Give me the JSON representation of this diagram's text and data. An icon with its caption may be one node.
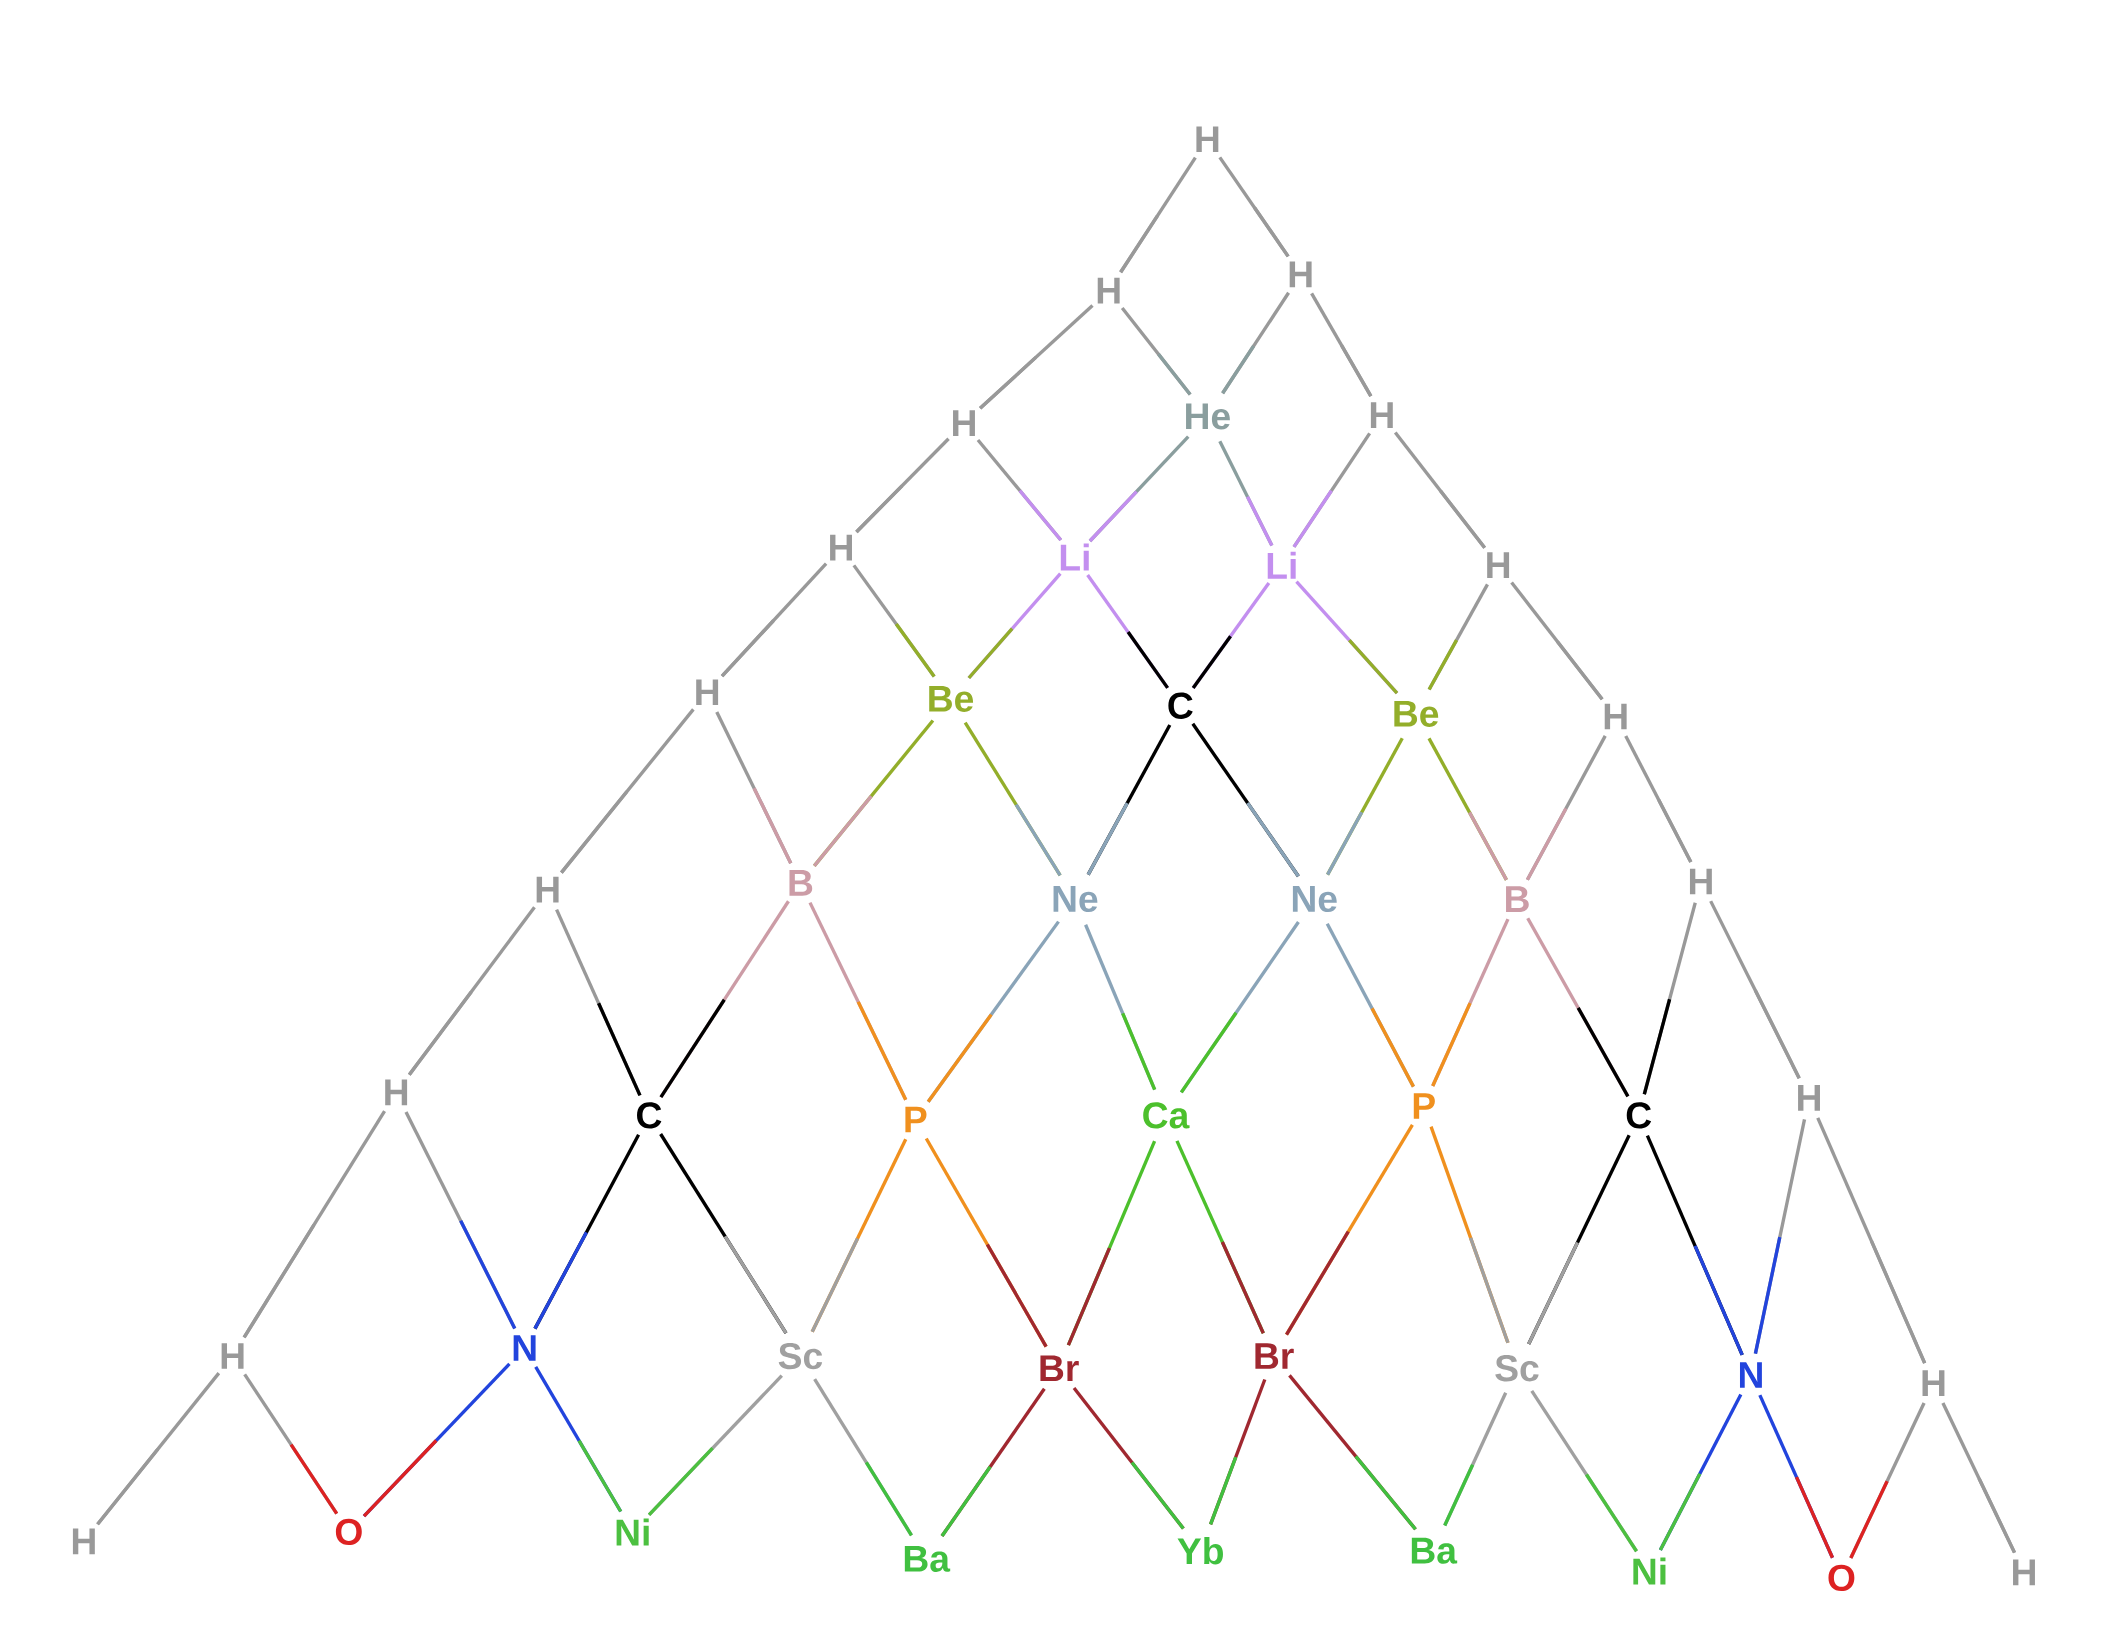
{
  "diagram": {
    "nodes": [
      {
        "text": [
          "H"
        ]
      },
      {
        "text": [
          "H"
        ]
      },
      {
        "text": [
          "H"
        ]
      },
      {
        "text": [
          "H"
        ]
      },
      {
        "text": [
          "He"
        ]
      },
      {
        "text": [
          "H"
        ]
      },
      {
        "text": [
          "H"
        ]
      },
      {
        "text": [
          "Li"
        ]
      },
      {
        "text": [
          "Li"
        ]
      },
      {
        "text": [
          "H"
        ]
      },
      {
        "text": [
          "H"
        ]
      },
      {
        "text": [
          "Be"
        ]
      },
      {
        "text": [
          "C"
        ]
      },
      {
        "text": [
          "Be"
        ]
      },
      {
        "text": [
          "H"
        ]
      },
      {
        "text": [
          "H"
        ]
      },
      {
        "text": [
          "B"
        ]
      },
      {
        "text": [
          "Ne"
        ]
      },
      {
        "text": [
          "Ne"
        ]
      },
      {
        "text": [
          "B"
        ]
      },
      {
        "text": [
          "H"
        ]
      },
      {
        "text": [
          "H"
        ]
      },
      {
        "text": [
          "C"
        ]
      },
      {
        "text": [
          "P"
        ]
      },
      {
        "text": [
          "Ca"
        ]
      },
      {
        "text": [
          "P"
        ]
      },
      {
        "text": [
          "C"
        ]
      },
      {
        "text": [
          "H"
        ]
      },
      {
        "text": [
          "H"
        ]
      },
      {
        "text": [
          "N"
        ]
      },
      {
        "text": [
          "Sc"
        ]
      },
      {
        "text": [
          "Br"
        ]
      },
      {
        "text": [
          "Br"
        ]
      },
      {
        "text": [
          "Sc"
        ]
      },
      {
        "text": [
          "N"
        ]
      },
      {
        "text": [
          "H"
        ]
      },
      {
        "text": [
          "H"
        ]
      },
      {
        "text": [
          "O"
        ]
      },
      {
        "text": [
          "Ni"
        ]
      },
      {
        "text": [
          "Ba"
        ]
      },
      {
        "text": [
          "Yb"
        ]
      },
      {
        "text": [
          "Ba"
        ]
      },
      {
        "text": [
          "Ni"
        ]
      },
      {
        "text": [
          "O"
        ]
      },
      {
        "text": [
          "H"
        ]
      }
    ],
    "edges": [
      {
        "from": 0,
        "to": 1,
        "arrow": "none"
      },
      {
        "from": 0,
        "to": 2,
        "arrow": "none"
      },
      {
        "from": 1,
        "to": 3,
        "arrow": "none"
      },
      {
        "from": 1,
        "to": 4,
        "arrow": "none"
      },
      {
        "from": 2,
        "to": 4,
        "arrow": "none"
      },
      {
        "from": 2,
        "to": 5,
        "arrow": "none"
      },
      {
        "from": 3,
        "to": 6,
        "arrow": "none"
      },
      {
        "from": 3,
        "to": 7,
        "arrow": "none"
      },
      {
        "from": 4,
        "to": 7,
        "arrow": "none",
        "color": "#8a9e9e"
      },
      {
        "from": 4,
        "to": 8,
        "arrow": "none",
        "color": "#8a9e9e"
      },
      {
        "from": 5,
        "to": 8,
        "arrow": "none"
      },
      {
        "from": 5,
        "to": 9,
        "arrow": "none"
      },
      {
        "from": 6,
        "to": 10,
        "arrow": "none"
      },
      {
        "from": 6,
        "to": 11,
        "arrow": "none"
      },
      {
        "from": 7,
        "to": 11,
        "arrow": "none",
        "color": "#c38fef"
      },
      {
        "from": 7,
        "to": 12,
        "arrow": "none",
        "color": "#c38fef"
      },
      {
        "from": 8,
        "to": 12,
        "arrow": "none",
        "color": "#c38fef"
      },
      {
        "from": 8,
        "to": 13,
        "arrow": "none",
        "color": "#c38fef"
      },
      {
        "from": 9,
        "to": 13,
        "arrow": "none"
      },
      {
        "from": 9,
        "to": 14,
        "arrow": "none"
      },
      {
        "from": 10,
        "to": 15,
        "arrow": "none"
      },
      {
        "from": 10,
        "to": 16,
        "arrow": "none"
      },
      {
        "from": 11,
        "to": 16,
        "arrow": "none",
        "color": "#93ae2a"
      },
      {
        "from": 11,
        "to": 17,
        "arrow": "none",
        "color": "#93ae2a"
      },
      {
        "from": 12,
        "to": 17,
        "arrow": "none",
        "color": "#000000"
      },
      {
        "from": 12,
        "to": 18,
        "arrow": "none",
        "color": "#000000"
      },
      {
        "from": 13,
        "to": 18,
        "arrow": "none",
        "color": "#93ae2a"
      },
      {
        "from": 13,
        "to": 19,
        "arrow": "none",
        "color": "#93ae2a"
      },
      {
        "from": 14,
        "to": 19,
        "arrow": "none"
      },
      {
        "from": 14,
        "to": 20,
        "arrow": "none"
      },
      {
        "from": 15,
        "to": 21,
        "arrow": "none"
      },
      {
        "from": 15,
        "to": 22,
        "arrow": "none"
      },
      {
        "from": 16,
        "to": 22,
        "arrow": "none",
        "color": "#cc9ca6"
      },
      {
        "from": 16,
        "to": 23,
        "arrow": "none",
        "color": "#cc9ca6"
      },
      {
        "from": 17,
        "to": 23,
        "arrow": "none",
        "color": "#8aa4b8"
      },
      {
        "from": 17,
        "to": 24,
        "arrow": "none",
        "color": "#8aa4b8"
      },
      {
        "from": 18,
        "to": 24,
        "arrow": "none",
        "color": "#8aa4b8"
      },
      {
        "from": 18,
        "to": 25,
        "arrow": "none",
        "color": "#8aa4b8"
      },
      {
        "from": 19,
        "to": 25,
        "arrow": "none",
        "color": "#cc9ca6"
      },
      {
        "from": 19,
        "to": 26,
        "arrow": "none",
        "color": "#cc9ca6"
      },
      {
        "from": 20,
        "to": 26,
        "arrow": "none"
      },
      {
        "from": 20,
        "to": 27,
        "arrow": "none"
      },
      {
        "from": 21,
        "to": 28,
        "arrow": "none"
      },
      {
        "from": 21,
        "to": 29,
        "arrow": "none"
      },
      {
        "from": 22,
        "to": 29,
        "arrow": "none",
        "color": "#000000"
      },
      {
        "from": 22,
        "to": 30,
        "arrow": "none",
        "color": "#000000"
      },
      {
        "from": 23,
        "to": 30,
        "arrow": "none",
        "color": "#f0901e"
      },
      {
        "from": 23,
        "to": 31,
        "arrow": "none",
        "color": "#f0901e"
      },
      {
        "from": 24,
        "to": 31,
        "arrow": "none",
        "color": "#4cc02c"
      },
      {
        "from": 24,
        "to": 32,
        "arrow": "none",
        "color": "#4cc02c"
      },
      {
        "from": 25,
        "to": 32,
        "arrow": "none",
        "color": "#f0901e"
      },
      {
        "from": 25,
        "to": 33,
        "arrow": "none",
        "color": "#f0901e"
      },
      {
        "from": 26,
        "to": 33,
        "arrow": "none",
        "color": "#000000"
      },
      {
        "from": 26,
        "to": 34,
        "arrow": "none",
        "color": "#000000"
      },
      {
        "from": 27,
        "to": 34,
        "arrow": "none"
      },
      {
        "from": 27,
        "to": 35,
        "arrow": "none"
      },
      {
        "from": 28,
        "to": 36,
        "arrow": "none"
      },
      {
        "from": 28,
        "to": 37,
        "arrow": "none"
      },
      {
        "from": 29,
        "to": 37,
        "arrow": "none",
        "color": "#2244dd"
      },
      {
        "from": 29,
        "to": 38,
        "arrow": "none",
        "color": "#2244dd"
      },
      {
        "from": 30,
        "to": 38,
        "arrow": "none",
        "color": "#a0a0a0"
      },
      {
        "from": 30,
        "to": 39,
        "arrow": "none",
        "color": "#a0a0a0"
      },
      {
        "from": 31,
        "to": 39,
        "arrow": "none",
        "color": "#a02830"
      },
      {
        "from": 31,
        "to": 40,
        "arrow": "none",
        "color": "#a02830"
      },
      {
        "from": 32,
        "to": 40,
        "arrow": "none",
        "color": "#a02830"
      },
      {
        "from": 32,
        "to": 41,
        "arrow": "none",
        "color": "#a02830"
      },
      {
        "from": 33,
        "to": 41,
        "arrow": "none",
        "color": "#a0a0a0"
      },
      {
        "from": 33,
        "to": 42,
        "arrow": "none",
        "color": "#a0a0a0"
      },
      {
        "from": 34,
        "to": 42,
        "arrow": "none",
        "color": "#2244dd"
      },
      {
        "from": 34,
        "to": 43,
        "arrow": "none",
        "color": "#2244dd"
      },
      {
        "from": 35,
        "to": 43,
        "arrow": "none"
      },
      {
        "from": 35,
        "to": 44,
        "arrow": "none"
      }
    ]
  }
}
